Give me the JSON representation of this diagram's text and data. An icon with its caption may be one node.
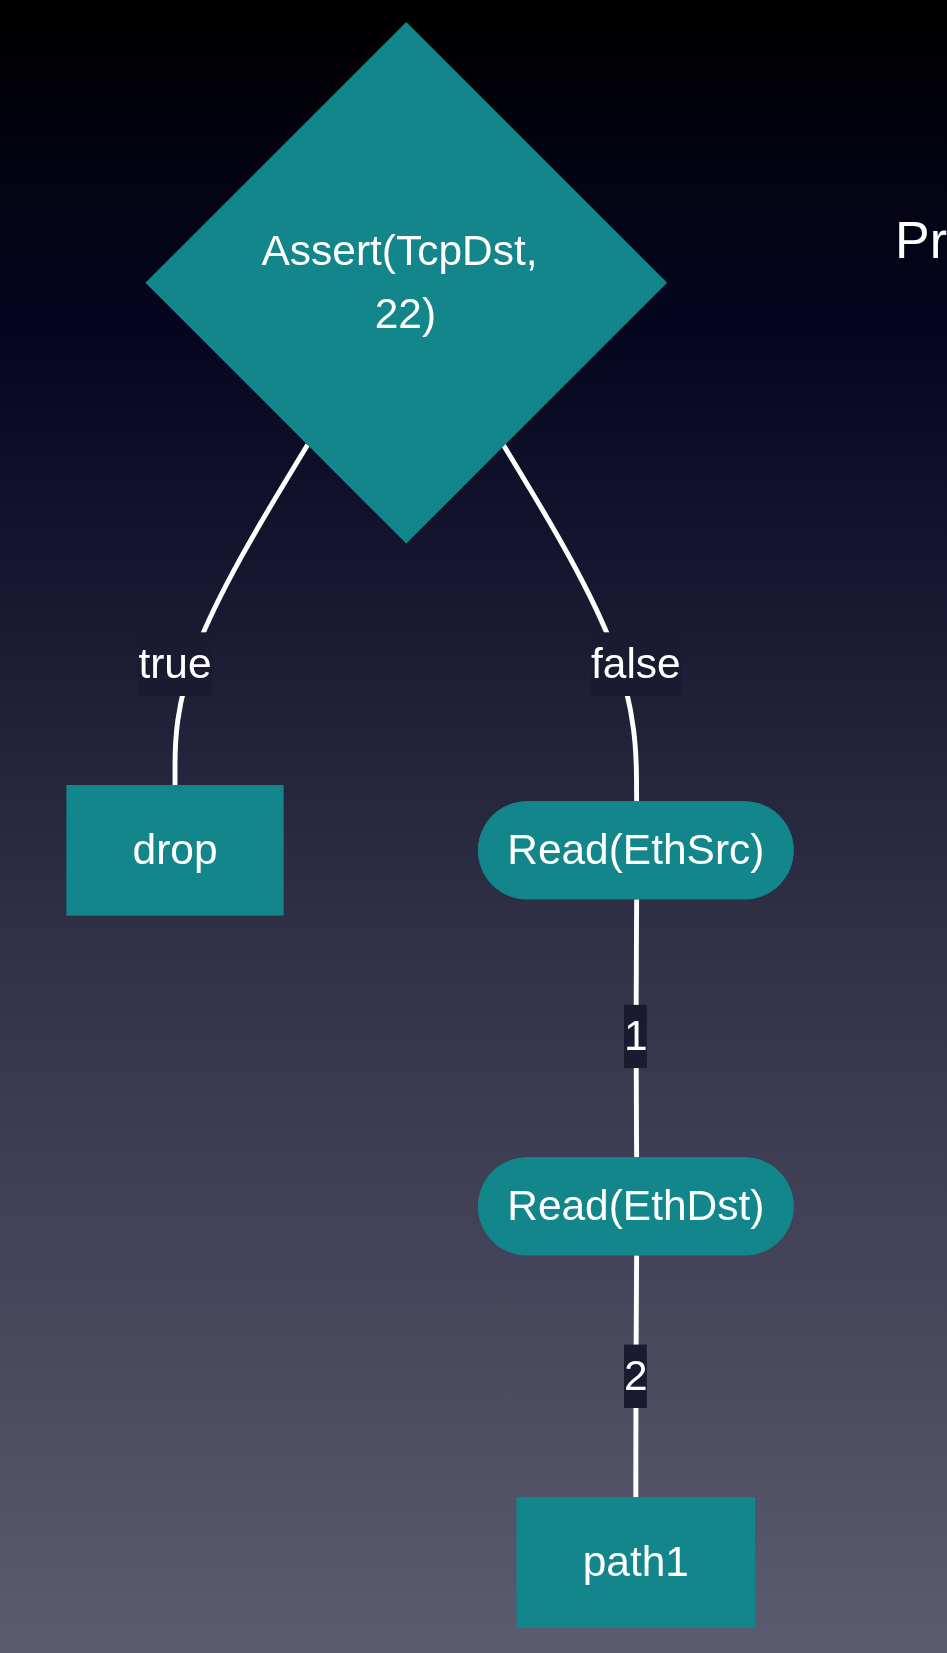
{
  "diagram": {
    "nodes": [
      {
        "text": [
          "Assert(TcpDst, 22)"
        ]
      },
      {
        "text": [
          "drop"
        ]
      },
      {
        "text": [
          "Read(EthSrc)"
        ]
      },
      {
        "text": [
          "Read(EthDst)"
        ]
      },
      {
        "text": [
          "path1"
        ]
      }
    ],
    "edges": [
      {
        "from": 0,
        "to": 1,
        "label": "true",
        "arrow": "none"
      },
      {
        "from": 0,
        "to": 2,
        "label": "false",
        "arrow": "none"
      },
      {
        "from": 2,
        "to": 3,
        "label": "1",
        "arrow": "none"
      },
      {
        "from": 3,
        "to": 4,
        "label": "2",
        "arrow": "none"
      }
    ],
    "labels": [
      "Pr"
    ]
  }
}
